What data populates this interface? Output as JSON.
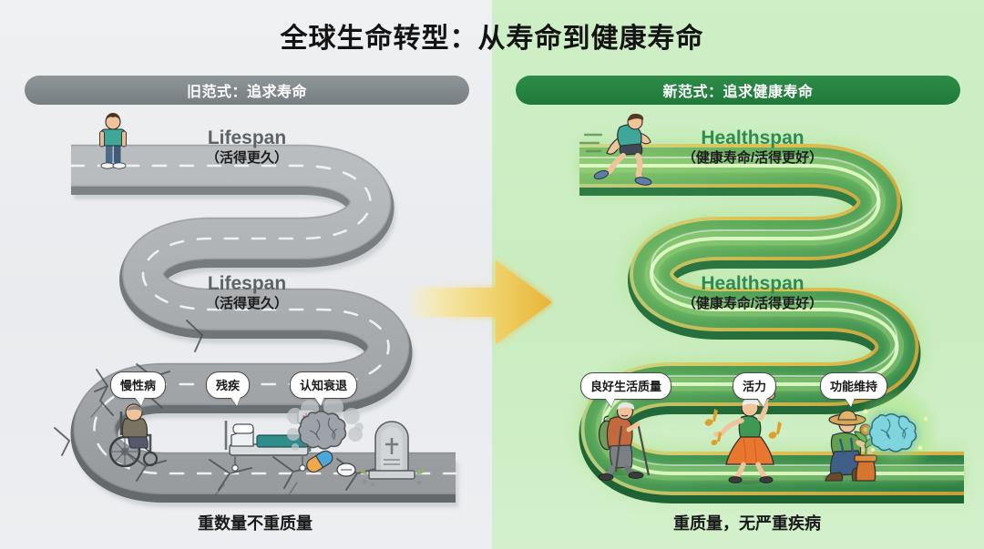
{
  "title": "全球生命转型：从寿命到健康寿命",
  "panels": {
    "left": {
      "header": "旧范式：追求寿命",
      "header_color": "#7a8285",
      "bg_color": "#eceef1",
      "road_color": "#a9adb0",
      "caption": "重数量不重质量",
      "labels": [
        {
          "en": "Lifespan",
          "cn": "（活得更久）"
        },
        {
          "en": "Lifespan",
          "cn": "（活得更久）"
        }
      ],
      "badges": [
        "慢性病",
        "残疾",
        "认知衰退"
      ],
      "icons": [
        "wheelchair-person-icon",
        "hospital-bed-icon",
        "clouded-brain-icon",
        "pills-icon",
        "gravestone-icon",
        "standing-person-icon",
        "road-crack-icon"
      ]
    },
    "right": {
      "header": "新范式：追求健康寿命",
      "header_color": "#237a3c",
      "bg_color": "#ccecc4",
      "road_color": "#4e9a52",
      "road_glow_color": "#e2b33c",
      "caption": "重质量，无严重疾病",
      "labels": [
        {
          "en": "Healthspan",
          "cn": "（健康寿命/活得更好）"
        },
        {
          "en": "Healthspan",
          "cn": "（健康寿命/活得更好）"
        }
      ],
      "badges": [
        "良好生活质量",
        "活力",
        "功能维持"
      ],
      "icons": [
        "running-person-icon",
        "hiking-senior-icon",
        "dancing-woman-icon",
        "gardening-person-icon",
        "glowing-brain-icon",
        "music-note-icon"
      ]
    }
  },
  "arrow": {
    "name": "transition-arrow",
    "color_start": "#f6e8a8",
    "color_end": "#eab53c"
  }
}
